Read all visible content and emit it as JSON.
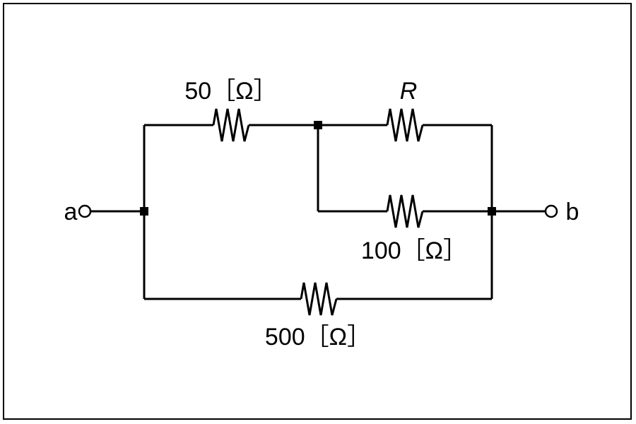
{
  "diagram": {
    "terminals": {
      "a": "a",
      "b": "b"
    },
    "resistors": {
      "r50": "50［Ω］",
      "rR": "R",
      "r100": "100［Ω］",
      "r500": "500［Ω］"
    }
  }
}
